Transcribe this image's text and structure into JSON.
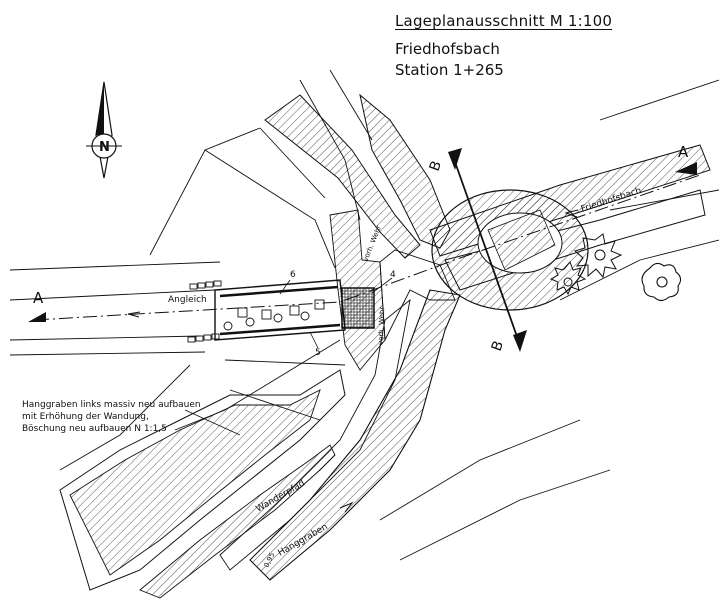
{
  "title": {
    "heading": "Lageplanausschnitt M 1:100",
    "line2": "Friedhofsbach",
    "line3": "Station 1+265"
  },
  "labels": {
    "section_a_left": "A",
    "section_a_right": "A",
    "section_b_top": "B",
    "section_b_bottom": "B",
    "stream": "Friedhofsbach",
    "angleich": "Angleich",
    "weir_top": "vorh. Wehr",
    "weir_bottom": "vorh. Wehr",
    "num4": "4",
    "num5": "5",
    "num6": "6",
    "wanderpfad": "Wanderpfad",
    "hanggraben": "Hanggraben",
    "dim": "0,95",
    "north": "N"
  },
  "note": "Hanggraben links massiv neu aufbauen\nmit Erhöhung der Wandung,\nBöschung neu aufbauen N 1:1,5",
  "colors": {
    "ink": "#111111",
    "background": "#ffffff"
  }
}
